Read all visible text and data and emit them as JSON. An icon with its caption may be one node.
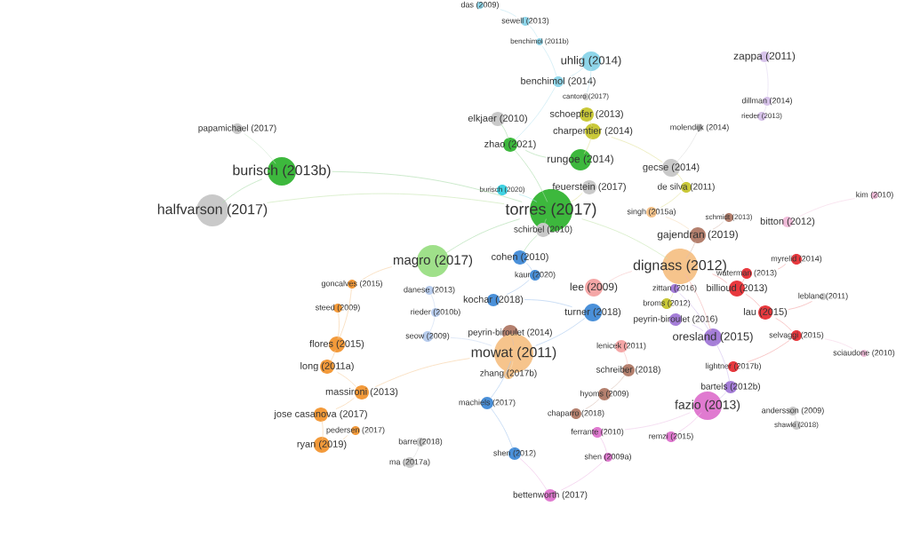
{
  "diagram": {
    "nodes": [
      {
        "text": [
          "das (2009)"
        ]
      },
      {
        "text": [
          "sewell (2013)"
        ]
      },
      {
        "text": [
          "benchimol (2011b)"
        ]
      },
      {
        "text": [
          "uhlig (2014)"
        ]
      },
      {
        "text": [
          "benchimol (2014)"
        ]
      },
      {
        "text": [
          "cantoro (2017)"
        ]
      },
      {
        "text": [
          "zappa (2011)"
        ]
      },
      {
        "text": [
          "dillman (2014)"
        ]
      },
      {
        "text": [
          "rieder (2013)"
        ]
      },
      {
        "text": [
          "elkjaer (2010)"
        ]
      },
      {
        "text": [
          "schoepfer (2013)"
        ]
      },
      {
        "text": [
          "papamichael (2017)"
        ]
      },
      {
        "text": [
          "charpentier (2014)"
        ]
      },
      {
        "text": [
          "molendijk (2014)"
        ]
      },
      {
        "text": [
          "zhao (2021)"
        ]
      },
      {
        "text": [
          "burisch (2013b)"
        ]
      },
      {
        "text": [
          "rungoe (2014)"
        ]
      },
      {
        "text": [
          "gecse (2014)"
        ]
      },
      {
        "text": [
          "feuerstein (2017)"
        ]
      },
      {
        "text": [
          "de silva (2011)"
        ]
      },
      {
        "text": [
          "burisch (2020)"
        ]
      },
      {
        "text": [
          "halfvarson (2017)"
        ]
      },
      {
        "text": [
          "torres (2017)"
        ]
      },
      {
        "text": [
          "kim (2010)"
        ]
      },
      {
        "text": [
          "singh (2015a)"
        ]
      },
      {
        "text": [
          "schmidt (2013)"
        ]
      },
      {
        "text": [
          "bitton (2012)"
        ]
      },
      {
        "text": [
          "schirbel (2010)"
        ]
      },
      {
        "text": [
          "gajendran (2019)"
        ]
      },
      {
        "text": [
          "magro (2017)"
        ]
      },
      {
        "text": [
          "cohen (2010)"
        ]
      },
      {
        "text": [
          "dignass (2012)"
        ]
      },
      {
        "text": [
          "myrelid (2014)"
        ]
      },
      {
        "text": [
          "kaur (2020)"
        ]
      },
      {
        "text": [
          "waterman (2013)"
        ]
      },
      {
        "text": [
          "goncalves (2015)"
        ]
      },
      {
        "text": [
          "danese (2013)"
        ]
      },
      {
        "text": [
          "zittan (2016)"
        ]
      },
      {
        "text": [
          "billioud (2013)"
        ]
      },
      {
        "text": [
          "lee (2009)"
        ]
      },
      {
        "text": [
          "leblanc (2011)"
        ]
      },
      {
        "text": [
          "kochar (2018)"
        ]
      },
      {
        "text": [
          "steed (2009)"
        ]
      },
      {
        "text": [
          "broms (2012)"
        ]
      },
      {
        "text": [
          "rieder (2010b)"
        ]
      },
      {
        "text": [
          "turner (2018)"
        ]
      },
      {
        "text": [
          "lau (2015)"
        ]
      },
      {
        "text": [
          "peyrin-biroulet (2016)"
        ]
      },
      {
        "text": [
          "seow (2009)"
        ]
      },
      {
        "text": [
          "peyrin-biroulet (2014)"
        ]
      },
      {
        "text": [
          "flores (2015)"
        ]
      },
      {
        "text": [
          "oresland (2015)"
        ]
      },
      {
        "text": [
          "selvaggi (2015)"
        ]
      },
      {
        "text": [
          "lenicek (2011)"
        ]
      },
      {
        "text": [
          "mowat (2011)"
        ]
      },
      {
        "text": [
          "long (2011a)"
        ]
      },
      {
        "text": [
          "sciaudone (2010)"
        ]
      },
      {
        "text": [
          "zhang (2017b)"
        ]
      },
      {
        "text": [
          "lightner (2017b)"
        ]
      },
      {
        "text": [
          "schreiber (2018)"
        ]
      },
      {
        "text": [
          "massironi (2013)"
        ]
      },
      {
        "text": [
          "bartels (2012b)"
        ]
      },
      {
        "text": [
          "hyoms (2009)"
        ]
      },
      {
        "text": [
          "machiels (2017)"
        ]
      },
      {
        "text": [
          "fazio (2013)"
        ]
      },
      {
        "text": [
          "andersson (2009)"
        ]
      },
      {
        "text": [
          "chaparro (2018)"
        ]
      },
      {
        "text": [
          "jose casanova (2017)"
        ]
      },
      {
        "text": [
          "shawki (2018)"
        ]
      },
      {
        "text": [
          "pedersen (2017)"
        ]
      },
      {
        "text": [
          "ferrante (2010)"
        ]
      },
      {
        "text": [
          "remzi (2015)"
        ]
      },
      {
        "text": [
          "barre (2018)"
        ]
      },
      {
        "text": [
          "ryan (2019)"
        ]
      },
      {
        "text": [
          "shen (2012)"
        ]
      },
      {
        "text": [
          "shen (2009a)"
        ]
      },
      {
        "text": [
          "ma (2017a)"
        ]
      },
      {
        "text": [
          "bettenworth (2017)"
        ]
      }
    ],
    "edges": [
      {
        "from": 0,
        "to": 1,
        "arrow": "none",
        "color": "#bfe6f2"
      },
      {
        "from": 1,
        "to": 2,
        "arrow": "none",
        "color": "#bfe6f2"
      },
      {
        "from": 2,
        "to": 4,
        "arrow": "none",
        "color": "#bfe6f2"
      },
      {
        "from": 3,
        "to": 4,
        "arrow": "none",
        "color": "#bfe6f2"
      },
      {
        "from": 4,
        "to": 14,
        "arrow": "none",
        "color": "#bfe6f2"
      },
      {
        "from": 3,
        "to": 5,
        "arrow": "none",
        "color": "#bfe6f2"
      },
      {
        "from": 20,
        "to": 22,
        "arrow": "none",
        "color": "#a8e8ef"
      },
      {
        "from": 14,
        "to": 22,
        "arrow": "none",
        "color": "#a9dca9"
      },
      {
        "from": 15,
        "to": 22,
        "arrow": "none",
        "color": "#a9dca9"
      },
      {
        "from": 16,
        "to": 14,
        "arrow": "none",
        "color": "#a9dca9"
      },
      {
        "from": 9,
        "to": 14,
        "arrow": "none",
        "color": "#a9dca9"
      },
      {
        "from": 21,
        "to": 15,
        "arrow": "none",
        "color": "#a9dca9"
      },
      {
        "from": 11,
        "to": 15,
        "arrow": "none",
        "color": "#cfe8cf"
      },
      {
        "from": 29,
        "to": 22,
        "arrow": "none",
        "color": "#a9dca9"
      },
      {
        "from": 30,
        "to": 27,
        "arrow": "none",
        "color": "#a9dca9"
      },
      {
        "from": 27,
        "to": 22,
        "arrow": "none",
        "color": "#a9dca9"
      },
      {
        "from": 10,
        "to": 12,
        "arrow": "none",
        "color": "#e2e29a"
      },
      {
        "from": 12,
        "to": 17,
        "arrow": "none",
        "color": "#e2e29a"
      },
      {
        "from": 17,
        "to": 19,
        "arrow": "none",
        "color": "#e2e29a"
      },
      {
        "from": 12,
        "to": 16,
        "arrow": "none",
        "color": "#e2e29a"
      },
      {
        "from": 19,
        "to": 24,
        "arrow": "none",
        "color": "#e2e29a"
      },
      {
        "from": 18,
        "to": 22,
        "arrow": "none",
        "color": "#e2e29a"
      },
      {
        "from": 32,
        "to": 34,
        "arrow": "none",
        "color": "#f3a3a3"
      },
      {
        "from": 34,
        "to": 38,
        "arrow": "none",
        "color": "#f3a3a3"
      },
      {
        "from": 38,
        "to": 46,
        "arrow": "none",
        "color": "#f3a3a3"
      },
      {
        "from": 46,
        "to": 52,
        "arrow": "none",
        "color": "#f3a3a3"
      },
      {
        "from": 52,
        "to": 58,
        "arrow": "none",
        "color": "#f3a3a3"
      },
      {
        "from": 31,
        "to": 38,
        "arrow": "none",
        "color": "#f3a3a3"
      },
      {
        "from": 40,
        "to": 46,
        "arrow": "none",
        "color": "#f3a3a3"
      },
      {
        "from": 51,
        "to": 61,
        "arrow": "none",
        "color": "#d2bfee"
      },
      {
        "from": 37,
        "to": 51,
        "arrow": "none",
        "color": "#d2bfee"
      },
      {
        "from": 47,
        "to": 51,
        "arrow": "none",
        "color": "#d2bfee"
      },
      {
        "from": 61,
        "to": 64,
        "arrow": "none",
        "color": "#d2bfee"
      },
      {
        "from": 64,
        "to": 71,
        "arrow": "none",
        "color": "#efbde6"
      },
      {
        "from": 70,
        "to": 75,
        "arrow": "none",
        "color": "#efbde6"
      },
      {
        "from": 75,
        "to": 77,
        "arrow": "none",
        "color": "#efbde6"
      },
      {
        "from": 74,
        "to": 77,
        "arrow": "none",
        "color": "#efbde6"
      },
      {
        "from": 26,
        "to": 23,
        "arrow": "none",
        "color": "#f5d3e6"
      },
      {
        "from": 52,
        "to": 56,
        "arrow": "none",
        "color": "#f5d3e6"
      },
      {
        "from": 35,
        "to": 50,
        "arrow": "none",
        "color": "#f7cf9f"
      },
      {
        "from": 42,
        "to": 50,
        "arrow": "none",
        "color": "#f7cf9f"
      },
      {
        "from": 50,
        "to": 55,
        "arrow": "none",
        "color": "#f7cf9f"
      },
      {
        "from": 55,
        "to": 60,
        "arrow": "none",
        "color": "#f7cf9f"
      },
      {
        "from": 60,
        "to": 67,
        "arrow": "none",
        "color": "#f7cf9f"
      },
      {
        "from": 67,
        "to": 73,
        "arrow": "none",
        "color": "#f7cf9f"
      },
      {
        "from": 69,
        "to": 73,
        "arrow": "none",
        "color": "#f7cf9f"
      },
      {
        "from": 60,
        "to": 54,
        "arrow": "none",
        "color": "#f7cf9f"
      },
      {
        "from": 35,
        "to": 29,
        "arrow": "none",
        "color": "#f7cf9f"
      },
      {
        "from": 30,
        "to": 33,
        "arrow": "none",
        "color": "#a7c8ee"
      },
      {
        "from": 33,
        "to": 41,
        "arrow": "none",
        "color": "#a7c8ee"
      },
      {
        "from": 41,
        "to": 45,
        "arrow": "none",
        "color": "#a7c8ee"
      },
      {
        "from": 45,
        "to": 54,
        "arrow": "none",
        "color": "#a7c8ee"
      },
      {
        "from": 63,
        "to": 74,
        "arrow": "none",
        "color": "#a7c8ee"
      },
      {
        "from": 54,
        "to": 63,
        "arrow": "none",
        "color": "#a7c8ee"
      },
      {
        "from": 49,
        "to": 54,
        "arrow": "none",
        "color": "#d9bdb2"
      },
      {
        "from": 59,
        "to": 62,
        "arrow": "none",
        "color": "#d9bdb2"
      },
      {
        "from": 62,
        "to": 66,
        "arrow": "none",
        "color": "#d9bdb2"
      },
      {
        "from": 28,
        "to": 31,
        "arrow": "none",
        "color": "#d9bdb2"
      },
      {
        "from": 25,
        "to": 28,
        "arrow": "none",
        "color": "#d9bdb2"
      },
      {
        "from": 72,
        "to": 76,
        "arrow": "none",
        "color": "#dddddd"
      },
      {
        "from": 65,
        "to": 68,
        "arrow": "none",
        "color": "#dddddd"
      },
      {
        "from": 7,
        "to": 8,
        "arrow": "none",
        "color": "#e3d8f2"
      },
      {
        "from": 6,
        "to": 7,
        "arrow": "none",
        "color": "#e3d8f2"
      },
      {
        "from": 13,
        "to": 17,
        "arrow": "none",
        "color": "#dddddd"
      },
      {
        "from": 24,
        "to": 28,
        "arrow": "none",
        "color": "#f7dcb8"
      },
      {
        "from": 37,
        "to": 43,
        "arrow": "none",
        "color": "#e2e29a"
      },
      {
        "from": 54,
        "to": 57,
        "arrow": "none",
        "color": "#f7dcb8"
      },
      {
        "from": 53,
        "to": 59,
        "arrow": "none",
        "color": "#f6c4c4"
      },
      {
        "from": 39,
        "to": 31,
        "arrow": "none",
        "color": "#f6c4c4"
      },
      {
        "from": 36,
        "to": 44,
        "arrow": "none",
        "color": "#cbdaf2"
      },
      {
        "from": 44,
        "to": 48,
        "arrow": "none",
        "color": "#cbdaf2"
      },
      {
        "from": 48,
        "to": 54,
        "arrow": "none",
        "color": "#cbdaf2"
      },
      {
        "from": 22,
        "to": 31,
        "arrow": "none",
        "color": "#c6e6b0"
      },
      {
        "from": 21,
        "to": 22,
        "arrow": "none",
        "color": "#c6e6b0"
      },
      {
        "from": 31,
        "to": 51,
        "arrow": "none",
        "color": "#f3b3b3"
      },
      {
        "from": 64,
        "to": 70,
        "arrow": "none",
        "color": "#efc9e9"
      }
    ]
  }
}
